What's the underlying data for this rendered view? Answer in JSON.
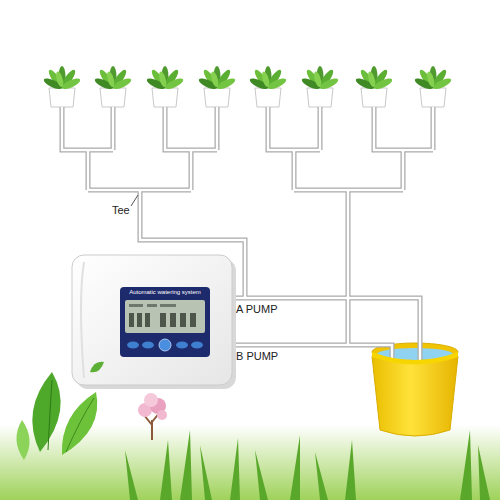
{
  "diagram": {
    "nodes": [
      {
        "text": [
          "Automatic watering system"
        ]
      }
    ],
    "labels": [
      "Tee",
      "A PUMP",
      "B PUMP"
    ]
  }
}
